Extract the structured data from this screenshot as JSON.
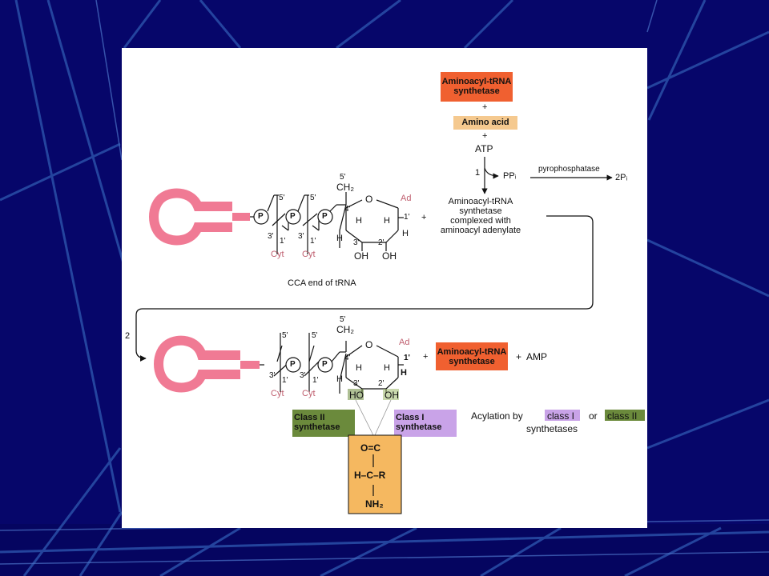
{
  "colors": {
    "background": "#06066a",
    "panel": "#ffffff",
    "trna": "#f07a94",
    "synthetase_box": "#f06030",
    "amino_acid_box": "#f5c98f",
    "class_ii": "#6b8a3c",
    "class_i": "#c9a3e8",
    "amino_group_box": "#f5b860"
  },
  "diagram": {
    "synthetase_top": "Aminoacyl-tRNA\nsynthetase",
    "plus_1": "+",
    "amino_acid": "Amino acid",
    "plus_2": "+",
    "atp": "ATP",
    "step_1": "1",
    "ppi": "PPᵢ",
    "pyrophosphatase": "pyrophosphatase",
    "two_pi": "2Pᵢ",
    "complex_label": "Aminoacyl-tRNA\nsynthetase\ncomplexed with\naminoacyl adenylate",
    "plus_3": "+",
    "cca_label": "CCA end of tRNA",
    "step_2": "2",
    "synthetase_bottom": "Aminoacyl-tRNA\nsynthetase",
    "plus_amp": "+  AMP",
    "class_ii_label": "Class II\nsynthetase",
    "class_i_label": "Class I\nsynthetase",
    "acylation_pre": "Acylation by",
    "acylation_class_i": "class I",
    "acylation_or": "or",
    "acylation_class_ii": "class II",
    "acylation_post": "synthetases",
    "top_molecule": {
      "five_prime_1": "5'",
      "five_prime_2": "5'",
      "five_prime_ribose": "5'",
      "ch2": "CH₂",
      "o_ring": "O",
      "ad": "Ad",
      "p1": "P",
      "p2": "P",
      "p3": "P",
      "three_prime_1": "3'",
      "one_prime_1": "1'",
      "three_prime_2": "3'",
      "one_prime_2": "1'",
      "cyt_1": "Cyt",
      "cyt_2": "Cyt",
      "four_prime": "4'",
      "h_1": "H",
      "h_2": "H",
      "h_3": "H",
      "h_4": "H",
      "three_prime_r": "3'",
      "two_prime_r": "2'",
      "one_prime_r": "1'",
      "oh_3": "OH",
      "oh_2": "OH"
    },
    "bottom_molecule": {
      "five_prime_1": "5'",
      "five_prime_2": "5'",
      "five_prime_ribose": "5'",
      "ch2": "CH₂",
      "o_ring": "O",
      "ad": "Ad",
      "p1": "P",
      "p2": "P",
      "three_prime_1": "3'",
      "one_prime_1": "1'",
      "three_prime_2": "3'",
      "one_prime_2": "1'",
      "cyt_1": "Cyt",
      "cyt_2": "Cyt",
      "four_prime": "4'",
      "h_1": "H",
      "h_2": "H",
      "h_3": "H",
      "h_4": "H",
      "three_prime_r": "3'",
      "two_prime_r": "2'",
      "one_prime_r": "1'",
      "ho_3": "HO",
      "oh_2": "OH"
    },
    "amino_group": {
      "carbonyl": "O=C",
      "alpha": "H–C–R",
      "nh2": "NH₂"
    }
  }
}
